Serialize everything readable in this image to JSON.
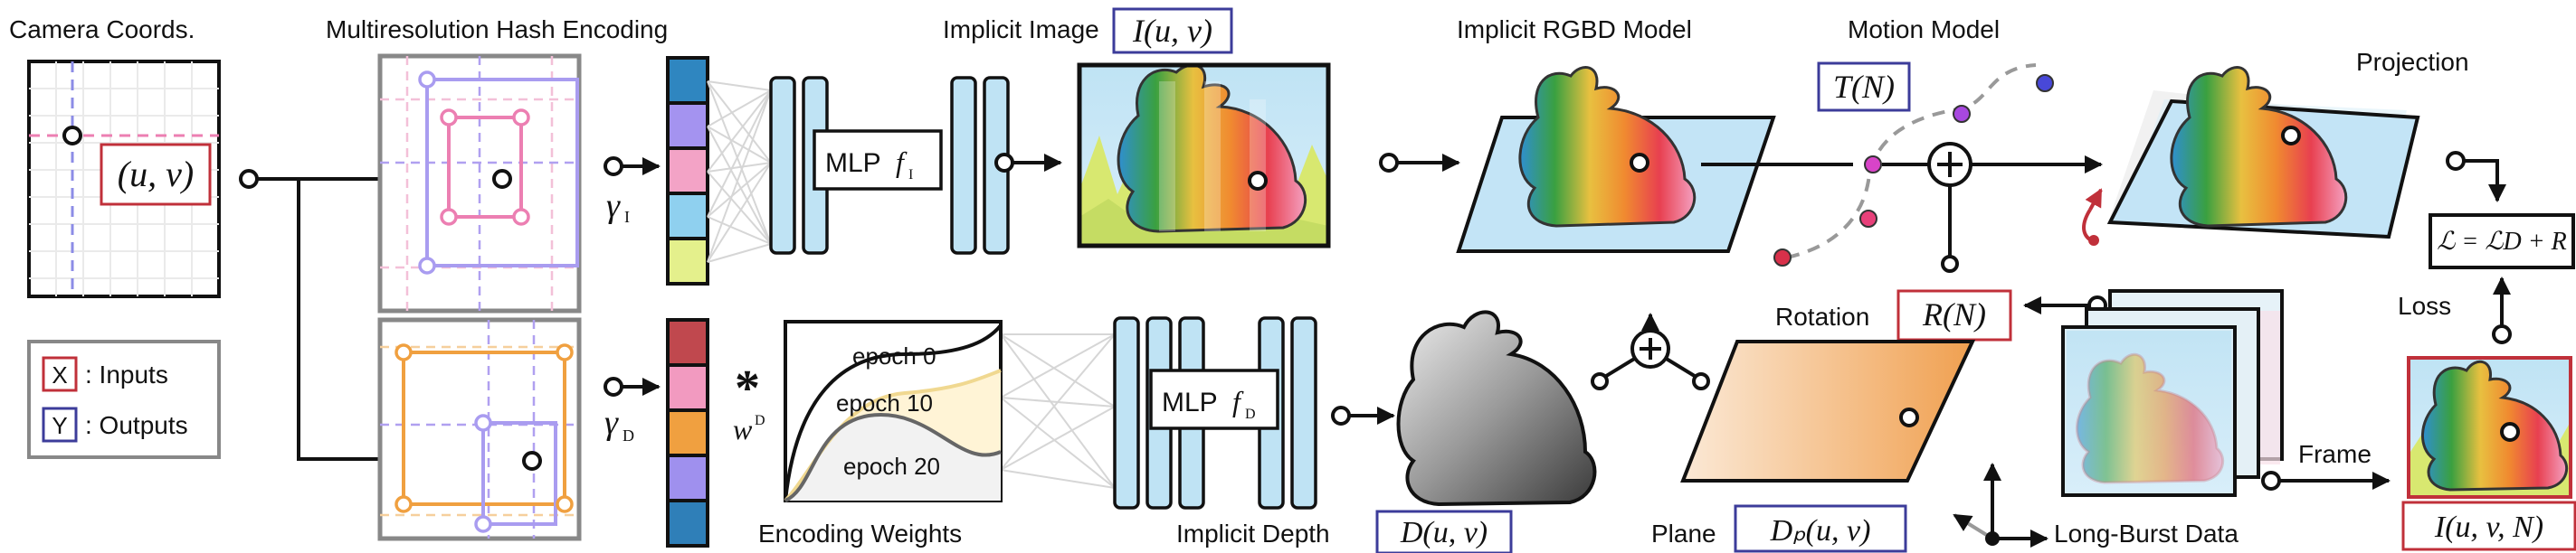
{
  "labels": {
    "camera_coords": "Camera Coords.",
    "hash_encoding": "Multiresolution Hash Encoding",
    "implicit_image": "Implicit Image",
    "implicit_rgbd": "Implicit RGBD Model",
    "motion_model": "Motion Model",
    "projection": "Projection",
    "rotation": "Rotation",
    "loss": "Loss",
    "frame": "Frame",
    "plane": "Plane",
    "long_burst": "Long-Burst Data",
    "implicit_depth": "Implicit Depth",
    "encoding_weights": "Encoding Weights"
  },
  "legend": {
    "inputs_key": "X",
    "inputs_text": ": Inputs",
    "outputs_key": "Y",
    "outputs_text": ": Outputs"
  },
  "math": {
    "uv": "(u, v)",
    "I_uv": "I(u, v)",
    "T_N": "T(N)",
    "R_N": "R(N)",
    "D_uv": "D(u, v)",
    "DP_uv": "Dₚ(u, v)",
    "I_uvN": "I(u, v, N)",
    "loss": "ℒ = ℒD + R",
    "gamma_I": "γ",
    "gamma_I_sub": "I",
    "gamma_D": "γ",
    "gamma_D_sub": "D",
    "w_D": "w",
    "w_D_sup": "D",
    "asterisk": "*"
  },
  "mlp": {
    "image_label": "MLP",
    "image_f": "f",
    "image_sub": "I",
    "depth_label": "MLP",
    "depth_f": "f",
    "depth_sub": "D"
  },
  "epochs": [
    "epoch 0",
    "epoch 10",
    "epoch 20"
  ],
  "colors": {
    "input_border": "#c0303a",
    "output_border": "#3c3c9a",
    "pink": "#ec7fb2",
    "purple": "#8c6fe6",
    "orange": "#f0a040",
    "blue": "#2f7fb8",
    "lightblue": "#bfe3f4",
    "lavender": "#a99cf0"
  },
  "feature_image": [
    "#2f86c0",
    "#a493f0",
    "#f3a3c6",
    "#8fd0ef",
    "#e4f08c"
  ],
  "feature_depth": [
    "#c0484e",
    "#f29ac0",
    "#f0a040",
    "#9f90ee",
    "#2f7fb8"
  ]
}
